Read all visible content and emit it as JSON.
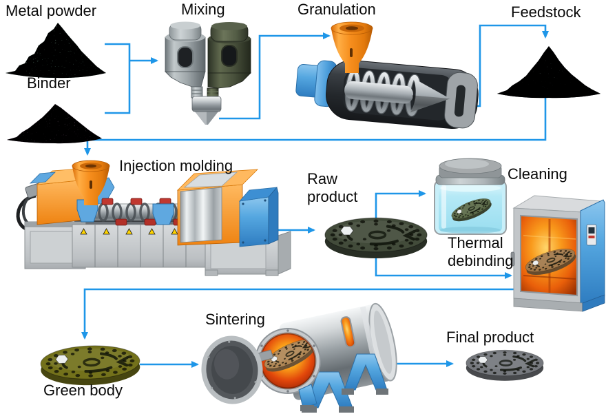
{
  "diagram": {
    "stages": {
      "metal_powder": "Metal powder",
      "binder": "Binder",
      "mixing": "Mixing",
      "granulation": "Granulation",
      "feedstock": "Feedstock",
      "injection_molding": "Injection molding",
      "raw_product": "Raw product",
      "cleaning": "Cleaning",
      "thermal_debinding": "Thermal debinding",
      "green_body": "Green body",
      "sintering": "Sintering",
      "final_product": "Final product"
    },
    "connections": [
      {
        "from": "metal_powder",
        "to": "mixing"
      },
      {
        "from": "binder",
        "to": "mixing"
      },
      {
        "from": "mixing",
        "to": "granulation"
      },
      {
        "from": "granulation",
        "to": "feedstock"
      },
      {
        "from": "feedstock",
        "to": "injection_molding"
      },
      {
        "from": "injection_molding",
        "to": "raw_product"
      },
      {
        "from": "raw_product",
        "to": "cleaning"
      },
      {
        "from": "raw_product",
        "to": "thermal_debinding"
      },
      {
        "from": "thermal_debinding",
        "to": "green_body"
      },
      {
        "from": "green_body",
        "to": "sintering"
      },
      {
        "from": "sintering",
        "to": "final_product"
      }
    ],
    "colors": {
      "arrow": "#1E96E8",
      "machine_orange": "#F78F1E",
      "machine_blue": "#55A7E0",
      "furnace_glow": "#EE7D13",
      "metal_powder_pile": "#5F7E71",
      "binder_pile": "#7C6078",
      "feedstock_pile": "#2A2D31",
      "raw_product_disc": "#424B3A",
      "green_body_disc": "#73711B",
      "final_product_disc": "#75787D",
      "background": "#FFFFFF"
    }
  }
}
